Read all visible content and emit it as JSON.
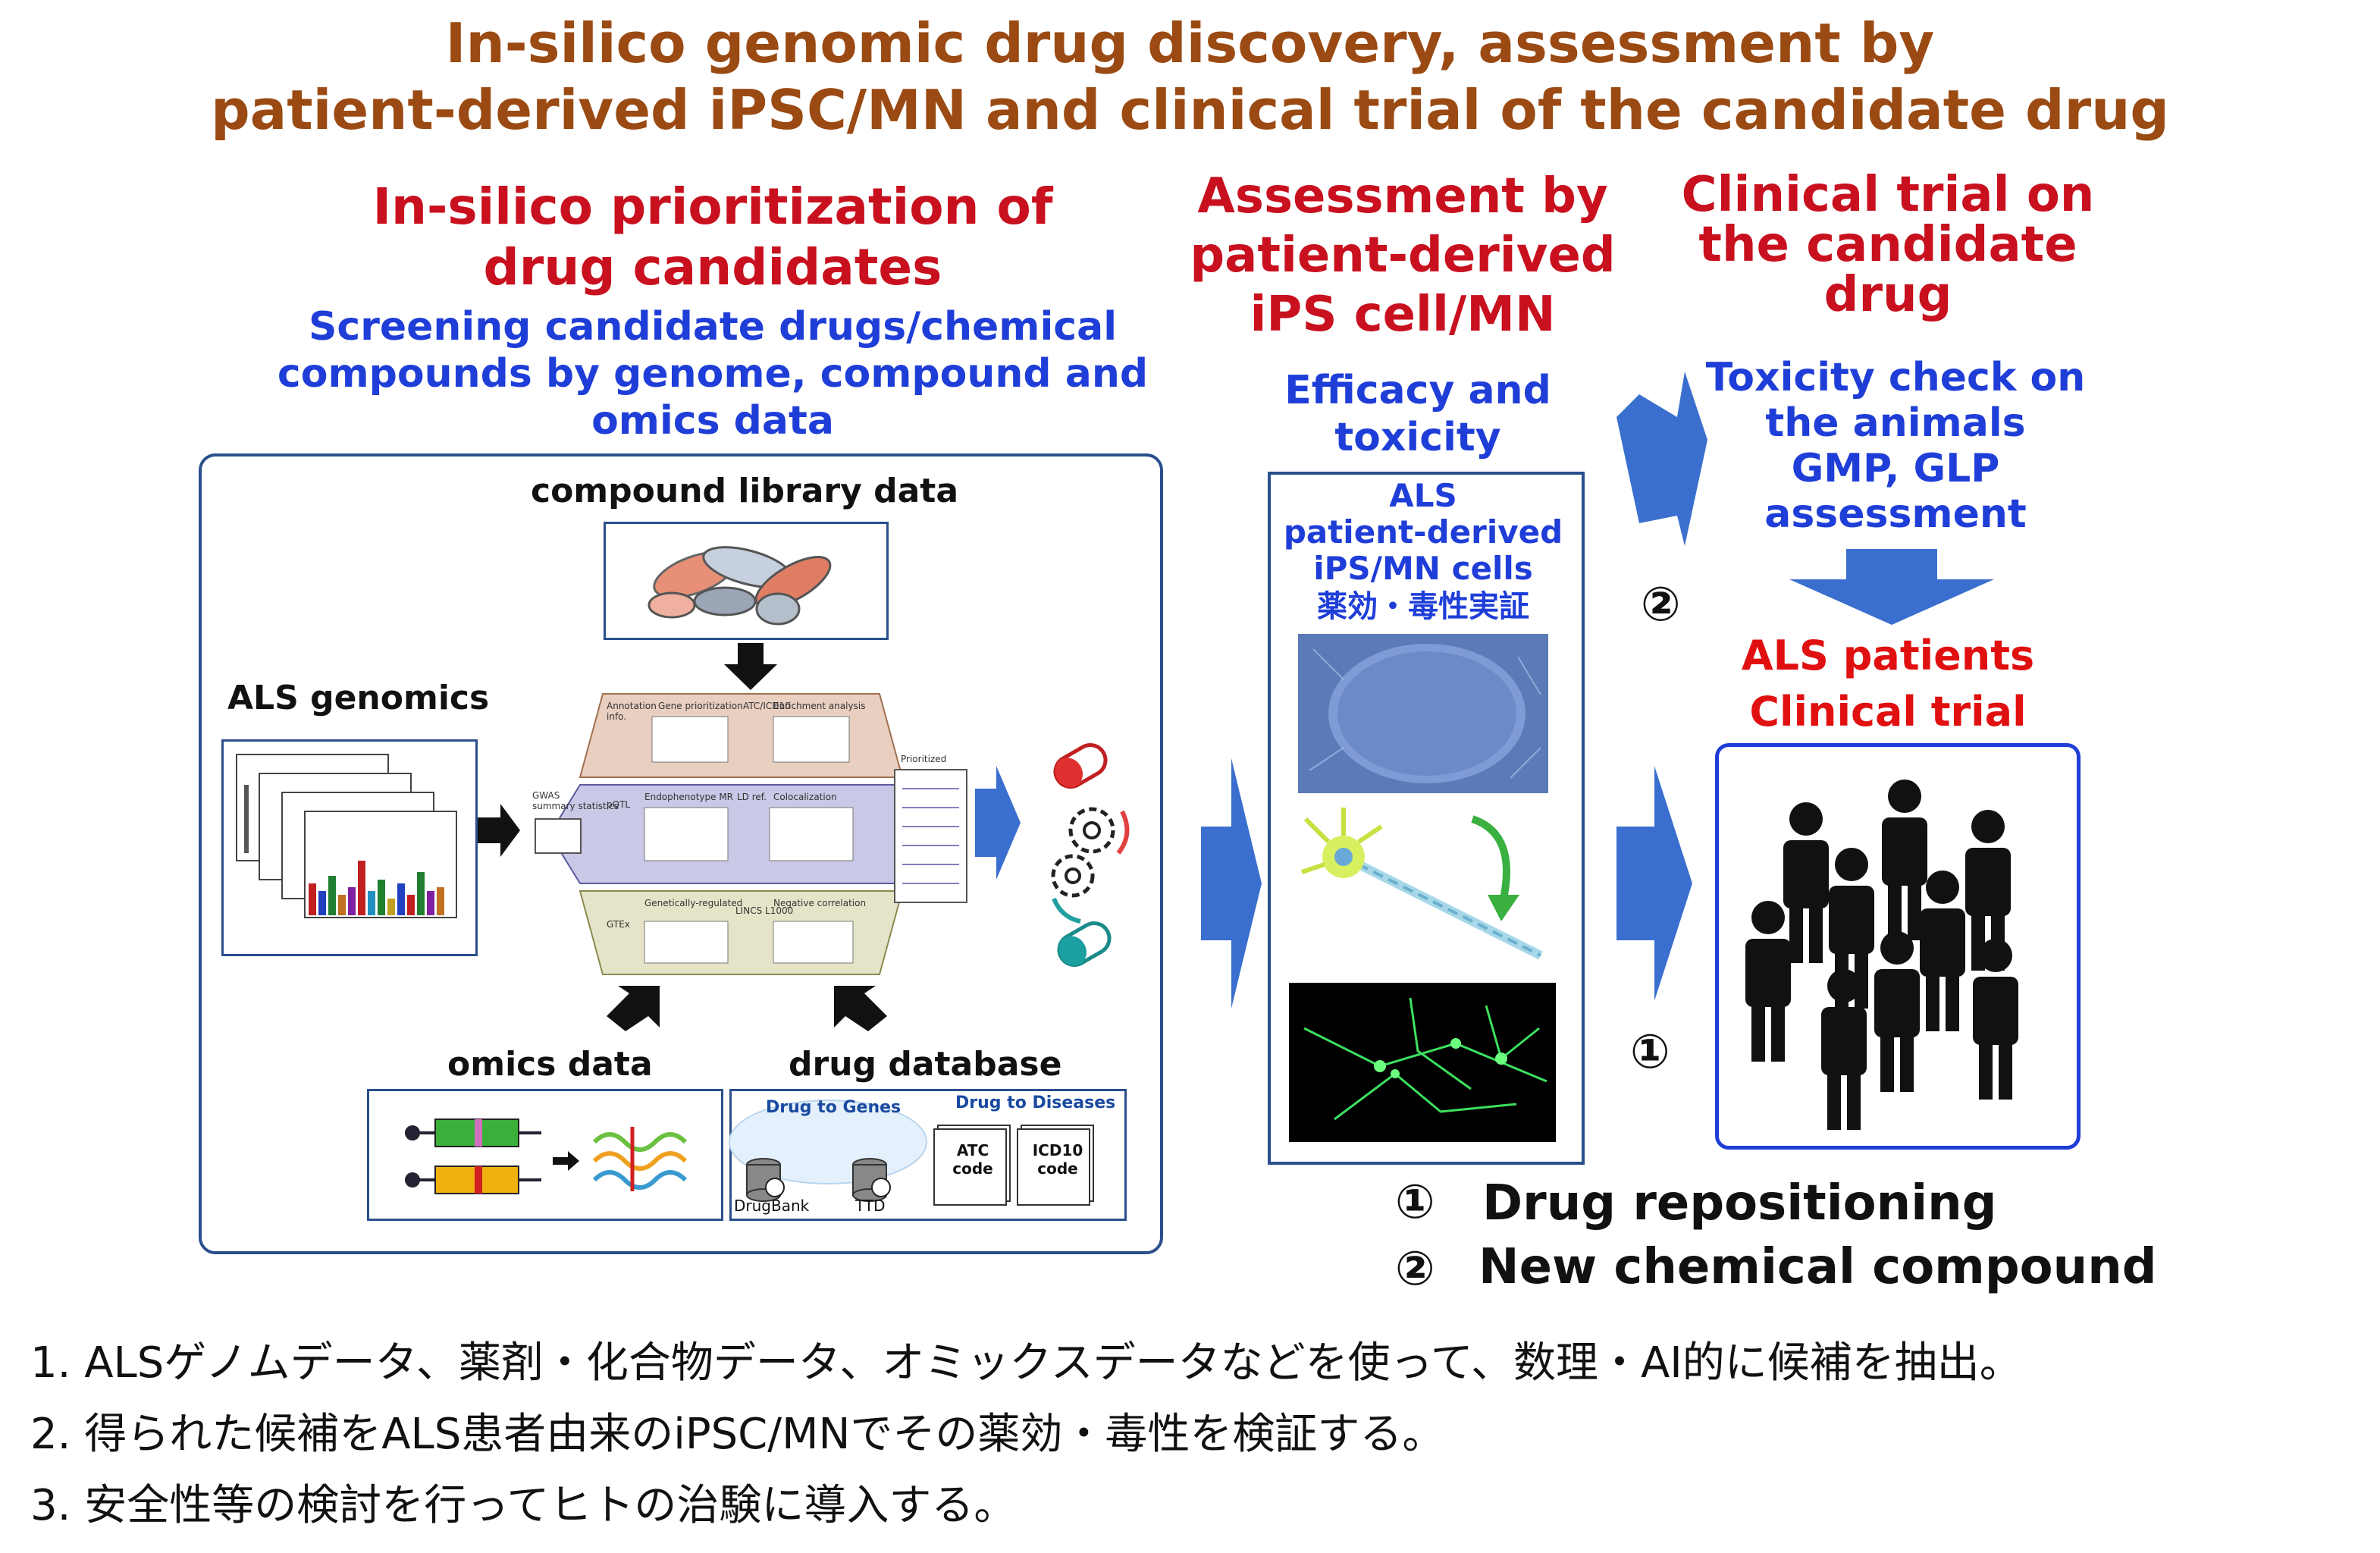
{
  "title": {
    "line1": "In-silico genomic drug discovery,  assessment by",
    "line2": "patient-derived iPSC/MN and clinical trial of the candidate drug"
  },
  "prioritization": {
    "heading_line1": "In-silico prioritization of",
    "heading_line2": "drug candidates",
    "sub_line1": "Screening candidate drugs/chemical",
    "sub_line2": "compounds by genome, compound and",
    "sub_line3": "omics data",
    "compound_library": "compound library data",
    "als_genomics": "ALS genomics",
    "omics_data": "omics data",
    "drug_database": "drug database",
    "drug_to_genes": "Drug to Genes",
    "drug_to_diseases": "Drug to Diseases",
    "drugbank": "DrugBank",
    "ttd": "TTD",
    "atc_code": "ATC\ncode",
    "icd10_code": "ICD10\ncode",
    "pipeline": {
      "gwas": "GWAS\nsummary statistics",
      "annotation": "Annotation\ninfo.",
      "gene_prioritization": "Gene prioritization",
      "atc_icd10": "ATC/\nICD10",
      "enrichment": "Enrichment analysis",
      "pqtl": "pQTL",
      "endophenotype": "Endophenotype MR",
      "ld_ref": "LD ref.",
      "colocalization": "Colocalization",
      "gtex": "GTEx",
      "genetically_regulated": "Genetically-regulated\ngene expression",
      "lincs": "LINCS\nL1000",
      "negative_correlation": "Negative correlation\nwith compound effects",
      "prioritized": "Prioritized\ncandidate drugs"
    }
  },
  "assessment": {
    "heading_line1": "Assessment by",
    "heading_line2": "patient-derived",
    "heading_line3": "iPS cell/MN",
    "sub_line1": "Efficacy and",
    "sub_line2": "toxicity",
    "box_line1": "ALS",
    "box_line2": "patient-derived",
    "box_line3": "iPS/MN cells",
    "box_line4": "薬効・毒性実証"
  },
  "clinical": {
    "heading_line1": "Clinical trial on",
    "heading_line2": "the candidate",
    "heading_line3": "drug",
    "sub_line1": "Toxicity check on",
    "sub_line2": "the animals",
    "sub_line3": "GMP, GLP",
    "sub_line4": "assessment",
    "patients_line1": "ALS patients",
    "patients_line2": "Clinical trial",
    "marker1": "①",
    "marker2": "②"
  },
  "legend": {
    "marker1": "①",
    "item1": "Drug repositioning",
    "marker2": "②",
    "item2": "New chemical compound"
  },
  "notes": [
    "1. ALSゲノムデータ、薬剤・化合物データ、オミックスデータなどを使って、数理・AI的に候補を抽出。",
    "2. 得られた候補をALS患者由来のiPSC/MNでその薬効・毒性を検証する。",
    "3. 安全性等の検討を行ってヒトの治験に導入する。"
  ],
  "colors": {
    "title": "#9a4a12",
    "heading_red": "#c8101e",
    "sub_blue": "#1f3ed8",
    "arrow_blue": "#3a6fcf",
    "panel_border": "#2a4f8c"
  }
}
